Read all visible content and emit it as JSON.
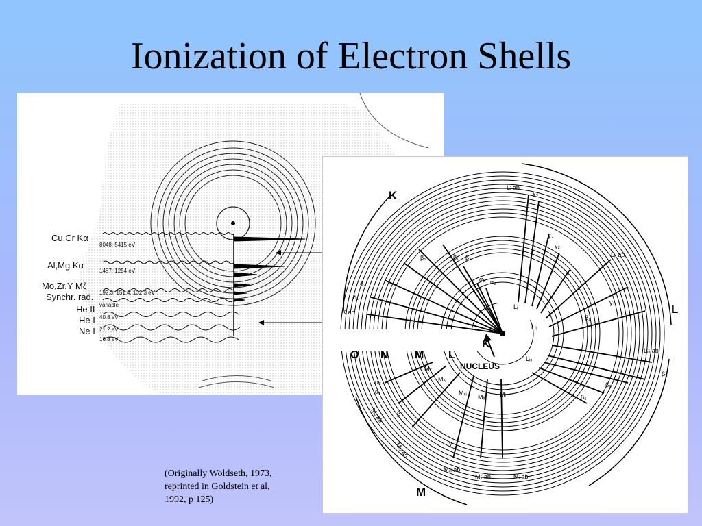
{
  "slide": {
    "title": "Ionization of Electron Shells"
  },
  "left_figure": {
    "sources": [
      {
        "label": "Cu,Cr Kα",
        "energy": "8048; 5415 eV"
      },
      {
        "label": "Al,Mg Kα",
        "energy": "1487; 1254 eV"
      },
      {
        "label": "Mo,Zr,Y Mζ",
        "energy": "192.3; 151.4; 132.3 eV"
      },
      {
        "label": "Synchr. rad.",
        "energy": "variable"
      },
      {
        "label": "He II",
        "energy": "40.8 eV"
      },
      {
        "label": "He I",
        "energy": "21.2 eV"
      },
      {
        "label": "Ne I",
        "energy": "16.8 eV"
      }
    ]
  },
  "right_figure": {
    "shell_labels": {
      "K": "K",
      "L": "L",
      "M": "M"
    },
    "subshell_row": [
      "O",
      "N",
      "M",
      "L",
      "K"
    ],
    "nucleus": "NUCLEUS",
    "inner_labels": [
      "Mᵥ",
      "Mᵢᵥ",
      "Mᵢᵢᵢ",
      "Mᵢᵢ",
      "Mᵢ",
      "Lᵢ",
      "Lᵢᵢ",
      "Lᵢᵢᵢ"
    ],
    "lines": {
      "K": [
        "α₁",
        "α₂",
        "β₁",
        "β₃",
        "β₅",
        "δ₁",
        "δ₂",
        "K ab"
      ],
      "L": [
        "γ₁",
        "γ₂",
        "γ₃",
        "γ₄",
        "β₁",
        "β₂",
        "β₅",
        "β₆",
        "Lᵢ ab",
        "Lᵢᵢ ab",
        "Lᵢᵢᵢ ab"
      ],
      "M": [
        "α₁",
        "α₂",
        "β",
        "γ",
        "Mᵢ ab",
        "Mᵢᵢ ab",
        "Mᵢᵢᵢ ab",
        "Mᵢᵥ ab",
        "Mᵥ ab"
      ]
    }
  },
  "caption": {
    "line1": "(Originally Woldseth, 1973,",
    "line2": "reprinted in Goldstein et al,",
    "line3": "1992, p 125)"
  }
}
